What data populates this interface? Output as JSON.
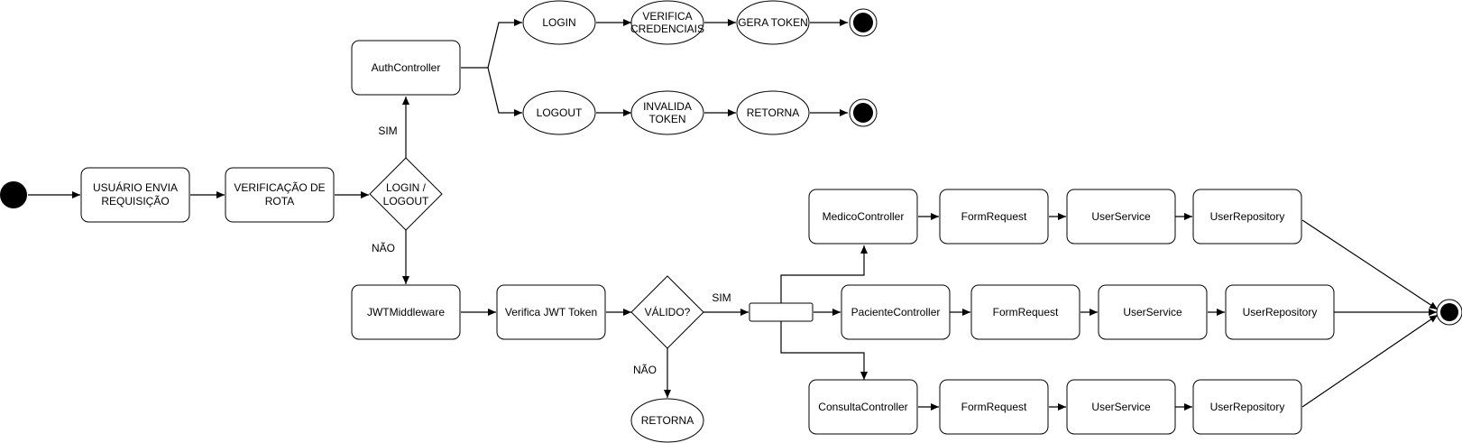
{
  "nodes": {
    "user_request": [
      "USUÁRIO ENVIA",
      "REQUISIÇÃO"
    ],
    "route_check": [
      "VERIFICAÇÃO DE",
      "ROTA"
    ],
    "login_logout_decision": [
      "LOGIN /",
      "LOGOUT"
    ],
    "auth_controller": "AuthController",
    "login": "LOGIN",
    "verify_credentials": [
      "VERIFICA",
      "CREDENCIAIS"
    ],
    "gen_token": "GERA TOKEN",
    "logout": "LOGOUT",
    "invalidate_token": [
      "INVALIDA",
      "TOKEN"
    ],
    "returns_top": "RETORNA",
    "jwt_middleware": "JWTMiddleware",
    "verify_jwt": "Verifica JWT Token",
    "valid_decision": "VÁLIDO?",
    "returns_bottom": "RETORNA",
    "medico_controller": "MedicoController",
    "paciente_controller": "PacienteController",
    "consulta_controller": "ConsultaController",
    "form_request_1": "FormRequest",
    "form_request_2": "FormRequest",
    "form_request_3": "FormRequest",
    "user_service_1": "UserService",
    "user_service_2": "UserService",
    "user_service_3": "UserService",
    "user_repository_1": "UserRepository",
    "user_repository_2": "UserRepository",
    "user_repository_3": "UserRepository"
  },
  "edge_labels": {
    "sim_auth": "SIM",
    "nao_jwt": "NÃO",
    "sim_valid": "SIM",
    "nao_valid": "NÃO"
  }
}
